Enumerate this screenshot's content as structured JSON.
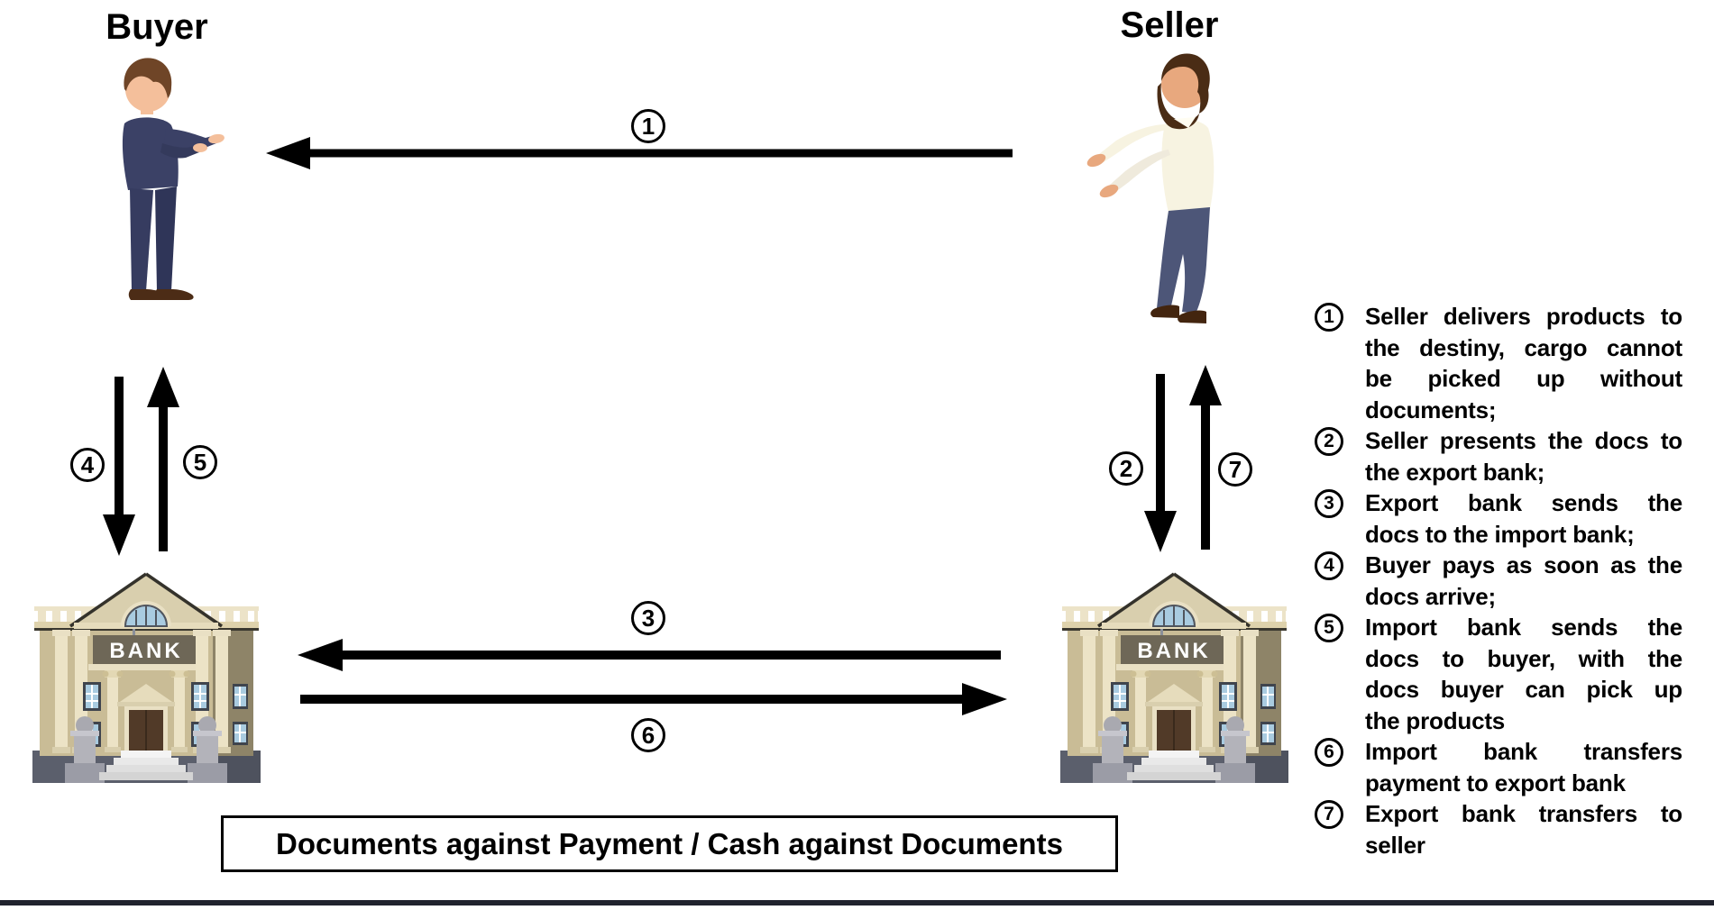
{
  "actors": {
    "buyer": {
      "label": "Buyer"
    },
    "seller": {
      "label": "Seller"
    },
    "import_bank": {
      "sign": "BANK"
    },
    "export_bank": {
      "sign": "BANK"
    }
  },
  "title_box": {
    "text": "Documents against Payment / Cash against Documents"
  },
  "legend": {
    "items": [
      {
        "number": "1",
        "lines": [
          "Seller delivers products to",
          "the destiny, cargo cannot",
          "be picked up without",
          "documents;"
        ]
      },
      {
        "number": "2",
        "lines": [
          "Seller presents the docs to",
          "the export bank;"
        ]
      },
      {
        "number": "3",
        "lines": [
          "Export bank sends the",
          "docs to the import bank;"
        ]
      },
      {
        "number": "4",
        "lines": [
          "Buyer pays as soon as the",
          "docs arrive;"
        ]
      },
      {
        "number": "5",
        "lines": [
          "Import bank sends the",
          "docs to buyer, with the",
          "docs buyer can pick up",
          "the products"
        ]
      },
      {
        "number": "6",
        "lines": [
          "Import bank transfers",
          "payment to export bank"
        ]
      },
      {
        "number": "7",
        "lines": [
          "Export bank transfers to",
          "seller"
        ]
      }
    ]
  },
  "colors": {
    "arrow": "#000000",
    "bottom_rule": "#20232e",
    "bank_sign_background": "#6e6757",
    "bank_sign_text": "#ffffff",
    "buyer_suit": "#3b4166",
    "seller_shirt": "#f7f3e1"
  }
}
